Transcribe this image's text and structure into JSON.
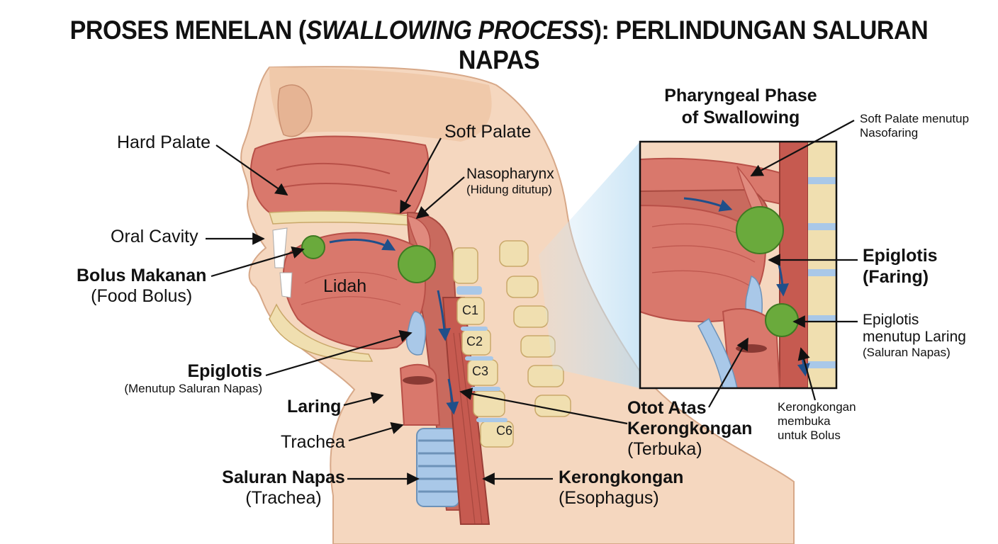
{
  "title": {
    "part1": "PROSES MENELAN (",
    "italic": "SWALLOWING PROCESS",
    "part2": "): PERLINDUNGAN SALURAN NAPAS"
  },
  "labels": {
    "hard_palate": "Hard Palate",
    "soft_palate": "Soft Palate",
    "nasopharynx": "Nasopharynx",
    "nasopharynx_sub": "(Hidung ditutup)",
    "oral_cavity": "Oral Cavity",
    "bolus_line1": "Bolus Makanan",
    "bolus_line2": "(Food Bolus)",
    "lidah": "Lidah",
    "epiglotis": "Epiglotis",
    "epiglotis_sub": "(Menutup Saluran Napas)",
    "laring": "Laring",
    "trachea": "Trachea",
    "saluran_napas": "Saluran Napas",
    "saluran_napas_sub": "(Trachea)",
    "otot_line1": "Otot Atas",
    "otot_line2": "Kerongkongan",
    "otot_sub": "(Terbuka)",
    "kerongkongan": "Kerongkongan",
    "kerongkongan_sub": "(Esophagus)"
  },
  "vertebrae": [
    "C1",
    "C2",
    "C3",
    "C6"
  ],
  "inset": {
    "title_line1": "Pharyngeal Phase",
    "title_line2": "of Swallowing",
    "soft_palate_line1": "Soft Palate menutup",
    "soft_palate_line2": "Nasofaring",
    "epi_faring_line1": "Epiglotis",
    "epi_faring_line2": "(Faring)",
    "epi_laring_line1": "Epiglotis",
    "epi_laring_line2": "menutup Laring",
    "epi_laring_line3": "(Saluran Napas)",
    "kerong_line1": "Kerongkongan",
    "kerong_line2": "membuka",
    "kerong_line3": "untuk Bolus"
  },
  "colors": {
    "skin": "#f5d7bf",
    "skin_dark": "#e8b898",
    "muscle": "#d9786c",
    "muscle_dark": "#b85048",
    "bone": "#f0dfb0",
    "bolus": "#6aaa3c",
    "airway_blue": "#a9c8e8",
    "arrow_blue": "#1f4f8a"
  }
}
